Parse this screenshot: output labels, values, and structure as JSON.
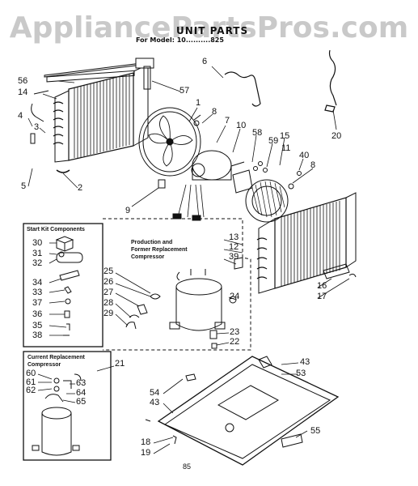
{
  "watermark": "AppliancePartsPros.com",
  "header": {
    "title": "UNIT PARTS",
    "model_line": "For Model: 10..........825"
  },
  "boxes": {
    "start_kit": "Start Kit Components",
    "production": [
      "Production and",
      "Former Replacement",
      "Compressor"
    ],
    "current": [
      "Current Replacement",
      "Compressor"
    ]
  },
  "callouts": {
    "c56": "56",
    "c14": "14",
    "c4": "4",
    "c3": "3",
    "c5": "5",
    "c2": "2",
    "c6": "6",
    "c57": "57",
    "c1": "1",
    "c8a": "8",
    "c7": "7",
    "c10": "10",
    "c58": "58",
    "c15": "15",
    "c11": "11",
    "c59": "59",
    "c40": "40",
    "c8b": "8",
    "c20": "20",
    "c9": "9",
    "c13": "13",
    "c12": "12",
    "c39": "39",
    "c30": "30",
    "c31": "31",
    "c32": "32",
    "c34": "34",
    "c33": "33",
    "c37": "37",
    "c36": "36",
    "c35": "35",
    "c38": "38",
    "c25": "25",
    "c26": "26",
    "c27": "27",
    "c28": "28",
    "c29": "29",
    "c24": "24",
    "c23": "23",
    "c22": "22",
    "c16": "16",
    "c17": "17",
    "c21": "21",
    "c60": "60",
    "c61": "61",
    "c62": "62",
    "c63": "63",
    "c64": "64",
    "c65": "65",
    "c43a": "43",
    "c53": "53",
    "c54": "54",
    "c43b": "43",
    "c18": "18",
    "c19": "19",
    "c55": "55"
  },
  "page_number": "85"
}
